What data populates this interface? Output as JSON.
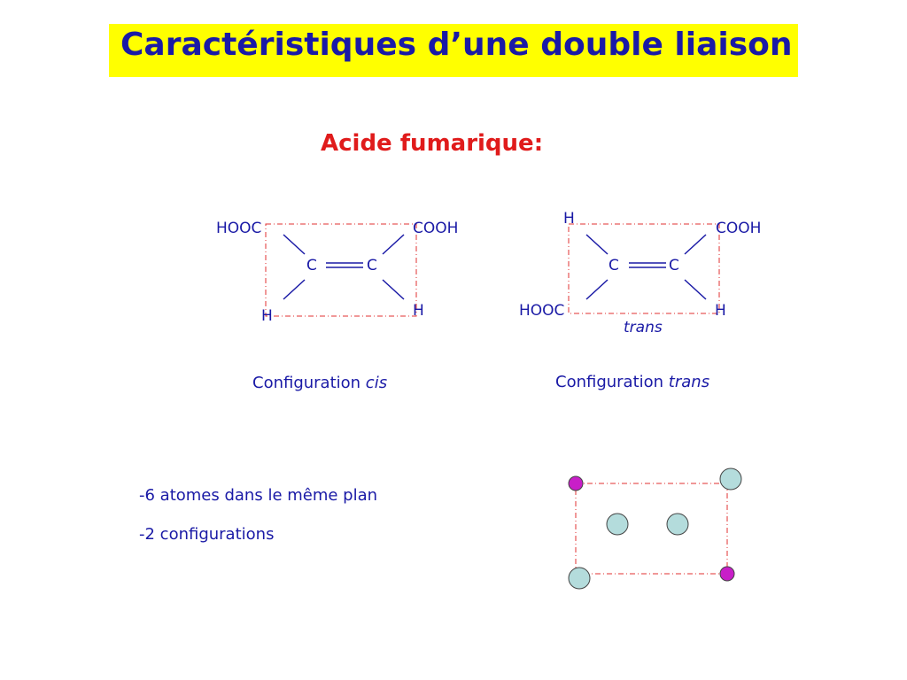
{
  "title": "Caractéristiques d’une double liaison",
  "subtitle": "Acide fumarique:",
  "cis": {
    "top_left": "HOOC",
    "top_right": "COOH",
    "c_left": "C",
    "c_right": "C",
    "bottom_left": "H",
    "bottom_right": "H",
    "caption_prefix": "Configuration ",
    "caption_emph": "cis"
  },
  "trans": {
    "top_left": "H",
    "top_right": "COOH",
    "c_left": "C",
    "c_right": "C",
    "bottom_left": "HOOC",
    "bottom_right": "H",
    "label": "trans",
    "caption_prefix": "Configuration ",
    "caption_emph": "trans"
  },
  "bullets": [
    "-6 atomes dans le même plan",
    "-2 configurations"
  ],
  "colors": {
    "title_bg": "#ffff00",
    "title_text": "#1a1aa6",
    "subtitle": "#e01b1b",
    "dashed_frame": "#e03030",
    "atom_small": "#c81ec8",
    "atom_large": "#b4dcdc"
  }
}
